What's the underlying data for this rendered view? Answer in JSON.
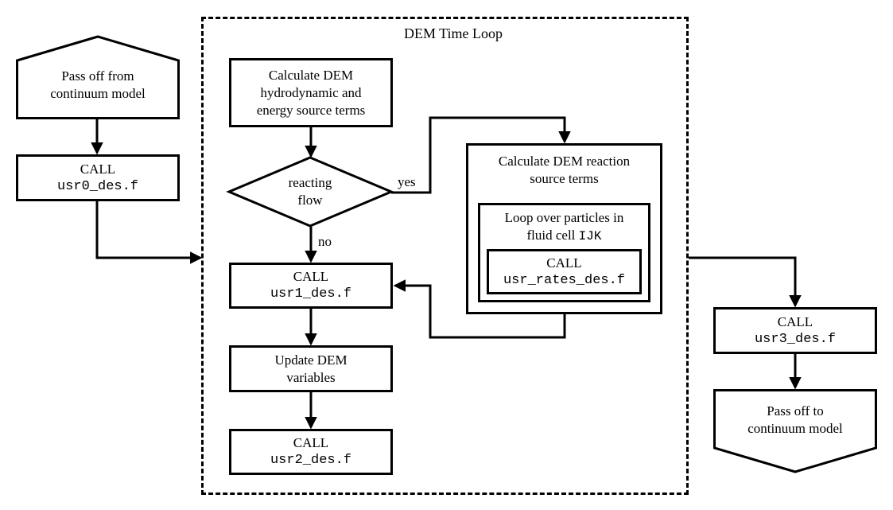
{
  "diagram": {
    "title": "DEM Time Loop",
    "type": "flowchart",
    "region_label": "DEM Time Loop"
  },
  "nodes": {
    "pass_off_from": {
      "line1": "Pass off from",
      "line2": "continuum model",
      "shape": "pentagon-up"
    },
    "call_usr0": {
      "line1": "CALL",
      "line2": "usr0_des.f",
      "shape": "rect"
    },
    "calc_dem_sources": {
      "line1": "Calculate DEM",
      "line2": "hydrodynamic and",
      "line3": "energy source terms",
      "shape": "rect"
    },
    "reacting_flow": {
      "line1": "reacting",
      "line2": "flow",
      "shape": "diamond"
    },
    "call_usr1": {
      "line1": "CALL",
      "line2": "usr1_des.f",
      "shape": "rect"
    },
    "update_dem": {
      "line1": "Update DEM",
      "line2": "variables",
      "shape": "rect"
    },
    "call_usr2": {
      "line1": "CALL",
      "line2": "usr2_des.f",
      "shape": "rect"
    },
    "calc_reaction_sources": {
      "line1": "Calculate DEM reaction",
      "line2": "source terms",
      "shape": "rect"
    },
    "loop_over_particles": {
      "line1": "Loop over particles in",
      "line2_prefix": "fluid cell ",
      "line2_mono": "IJK",
      "shape": "rect"
    },
    "call_usr_rates": {
      "line1": "CALL",
      "line2": "usr_rates_des.f",
      "shape": "rect"
    },
    "call_usr3": {
      "line1": "CALL",
      "line2": "usr3_des.f",
      "shape": "rect"
    },
    "pass_off_to": {
      "line1": "Pass off to",
      "line2": "continuum model",
      "shape": "pentagon-down"
    }
  },
  "edge_labels": {
    "yes": "yes",
    "no": "no"
  },
  "colors": {
    "stroke": "#000000",
    "fill": "#ffffff",
    "background": "#ffffff"
  }
}
